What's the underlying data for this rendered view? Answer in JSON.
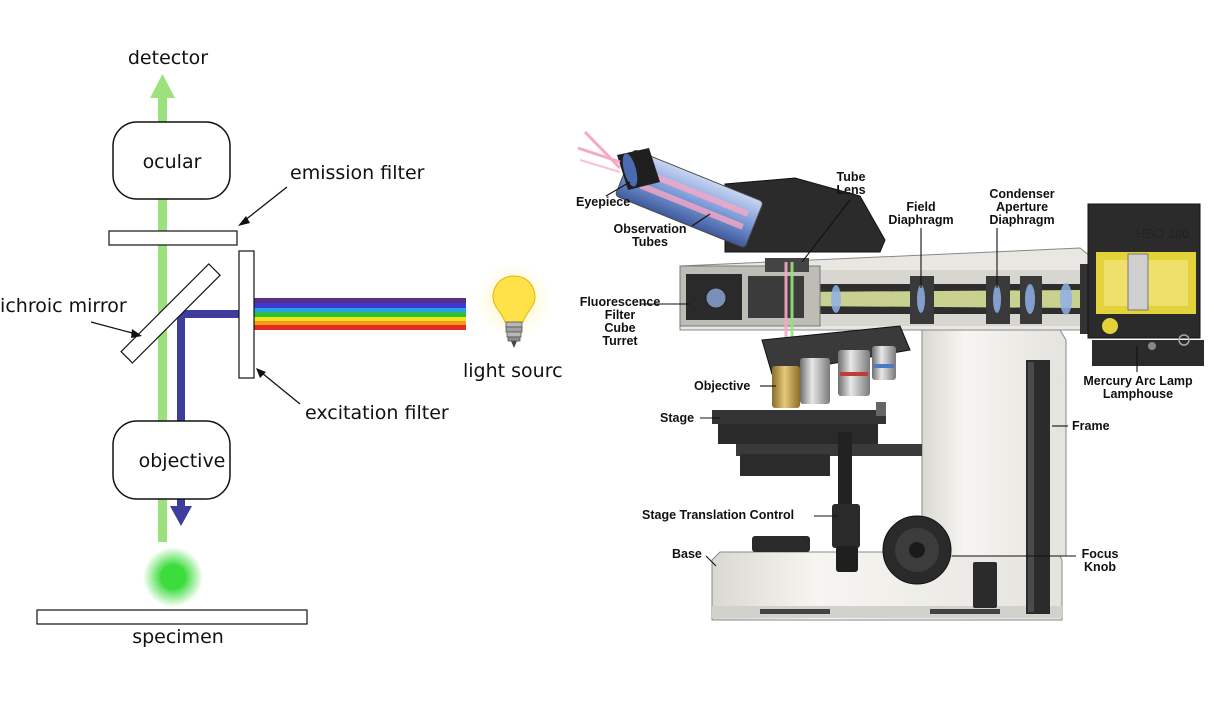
{
  "schematic": {
    "labels": {
      "detector": "detector",
      "ocular": "ocular",
      "emission_filter": "emission filter",
      "dichroic_mirror": "dichroic mirror",
      "excitation_filter": "excitation filter",
      "light_source": "light sourc",
      "objective": "objective",
      "specimen": "specimen"
    },
    "colors": {
      "emission_beam": "#9be27e",
      "excitation_beam": "#3e3c9c",
      "specimen_glow": "#3ddc3d",
      "bulb": "#ffe24a",
      "spectrum": [
        "#5a2d8c",
        "#3b3bd1",
        "#2aa0e8",
        "#2dbf3a",
        "#f2e21a",
        "#f39a1c",
        "#e52b1d"
      ]
    },
    "icons": [
      "light-bulb-icon",
      "arrow-up-icon",
      "arrow-down-icon"
    ]
  },
  "microscope": {
    "labels": {
      "eyepiece": "Eyepiece",
      "observation_tubes_1": "Observation",
      "observation_tubes_2": "Tubes",
      "tube_lens_1": "Tube",
      "tube_lens_2": "Lens",
      "field_diaphragm_1": "Field",
      "field_diaphragm_2": "Diaphragm",
      "condenser_1": "Condenser",
      "condenser_2": "Aperture",
      "condenser_3": "Diaphragm",
      "lamp_model": "HBO 100",
      "fluor_1": "Fluorescence",
      "fluor_2": "Filter",
      "fluor_3": "Cube",
      "fluor_4": "Turret",
      "objective": "Objective",
      "stage": "Stage",
      "frame": "Frame",
      "mercury_1": "Mercury Arc Lamp",
      "mercury_2": "Lamphouse",
      "stage_translation": "Stage Translation Control",
      "base": "Base",
      "focus_1": "Focus",
      "focus_2": "Knob"
    },
    "colors": {
      "body": "#ecebe6",
      "dark_panel": "#2b2b2b",
      "lamphouse_yellow": "#e3d23a",
      "light_path": "#d9e39a",
      "pink_beam": "#f7a8c4",
      "blue_glass": "#8fb0e6"
    }
  }
}
